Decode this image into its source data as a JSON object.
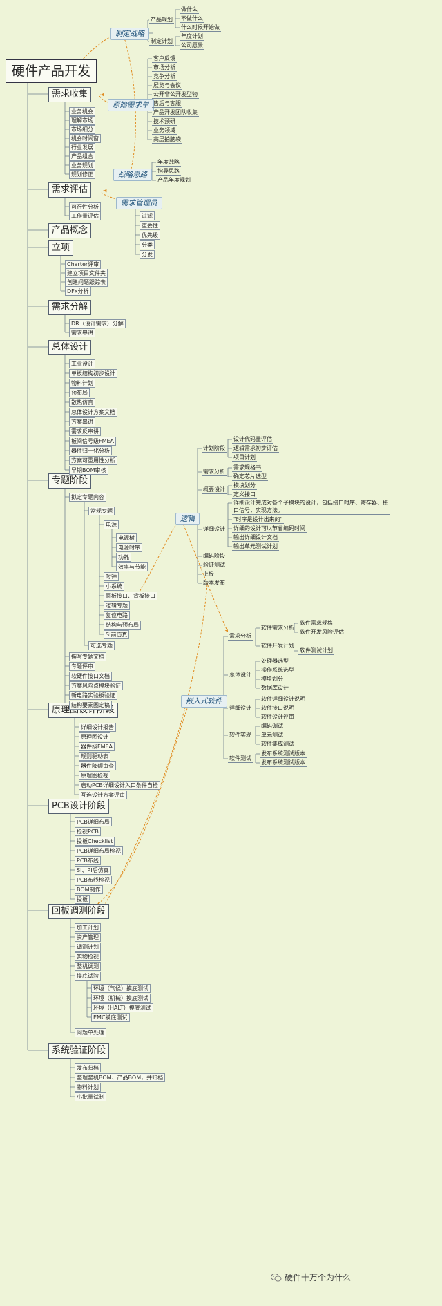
{
  "root": "硬件产品开发",
  "watermark": "硬件十万个为什么",
  "watermark_icon": "wechat-icon",
  "sections": {
    "s1": {
      "title": "需求收集",
      "items": [
        "业务机会",
        "理解市场",
        "市场细分",
        "机会时间窗",
        "行业发展",
        "产品组合",
        "业务规划",
        "规划修正"
      ]
    },
    "s2": {
      "title": "需求评估",
      "items": [
        "可行性分析",
        "工作量评估"
      ]
    },
    "s3": {
      "title": "产品概念"
    },
    "s4": {
      "title": "立项",
      "items": [
        "Charter评审",
        "建立项目文件夹",
        "创建问题跟踪表",
        "DFx分析"
      ]
    },
    "s5": {
      "title": "需求分解",
      "items": [
        "DR（设计需求）分解",
        "需求串讲"
      ]
    },
    "s6": {
      "title": "总体设计",
      "items": [
        "工业设计",
        "单板结构初步设计",
        "物料计划",
        "预布局",
        "散热仿真",
        "总体设计方案文档",
        "方案串讲",
        "需求反串讲",
        "板间信号级FMEA",
        "器件归一化分析",
        "方案可重用性分析",
        "早期BOM审核"
      ]
    },
    "s7": {
      "title": "专题阶段",
      "planned": "拟定专题内容",
      "regular": "常规专题",
      "power": "电源",
      "power_items": [
        "电源树",
        "电源时序",
        "功耗",
        "效率与节能"
      ],
      "others": [
        "时钟",
        "小系统",
        "面板接口、背板接口",
        "逻辑专题",
        "复位电路",
        "结构与预布局",
        "SI前仿真"
      ],
      "optional": "可选专题",
      "after": [
        "撰写专题文档",
        "专题评审",
        "软硬件接口文档",
        "方案风险点模块验证",
        "新电路实验板验证",
        "结构要素图定稿"
      ]
    },
    "s8": {
      "title": "原理图设计阶段",
      "items": [
        "详细设计报告",
        "原理图设计",
        "器件级FMEA",
        "规则驱动表",
        "器件降额审查",
        "原理图检视",
        "启动PCB详细设计入口条件自检",
        "互连设计方案评审"
      ]
    },
    "s9": {
      "title": "PCB设计阶段",
      "items": [
        "PCB详细布局",
        "检视PCB",
        "投板Checklist",
        "PCB详细布局检视",
        "PCB布线",
        "SI、PI后仿真",
        "PCB布线检视",
        "BOM制作",
        "投板"
      ]
    },
    "s10": {
      "title": "回板调测阶段",
      "items": [
        "加工计划",
        "资产管理",
        "调测计划",
        "实物检视",
        "整机调测",
        "摸底试验"
      ],
      "tests": [
        "环境（气候）摸底测试",
        "环境（机械）摸底测试",
        "环境（HALT）摸底测试",
        "EMC摸底测试"
      ],
      "last": "问题单处理"
    },
    "s11": {
      "title": "系统验证阶段",
      "items": [
        "发布归档",
        "整理整机BOM、产品BOM，并归档",
        "物料计划",
        "小批量试制"
      ]
    }
  },
  "floats": {
    "strategy": {
      "title": "制定战略",
      "product_plan": "产品规划",
      "pp_items": [
        "做什么",
        "不做什么",
        "什么时候开始做"
      ],
      "make_plan": "制定计划",
      "mp_items": [
        "年度计划",
        "公司愿景"
      ]
    },
    "raw_req": {
      "title": "原始需求单",
      "items": [
        "客户反馈",
        "市场分析",
        "竞争分析",
        "展览与会议",
        "公开非公开发型物",
        "售后与客服",
        "产品开发团队收集",
        "技术预研",
        "业务领域",
        "高层拍脑袋"
      ]
    },
    "strategic_thinking": {
      "title": "战略思路",
      "items": [
        "年度战略",
        "指导思路",
        "产品年度规划"
      ]
    },
    "req_manager": {
      "title": "需求管理员",
      "items": [
        "过滤",
        "重要性",
        "优先级",
        "分类",
        "分发"
      ]
    },
    "logic": {
      "title": "逻辑",
      "plan": "计划阶段",
      "plan_items": [
        "设计代码量评估",
        "逻辑需求初步评估",
        "项目计划"
      ],
      "req_analysis": "需求分析",
      "ra_items": [
        "需求规格书",
        "确定芯片选型"
      ],
      "outline": "概要设计",
      "ol_items": [
        "模块划分",
        "定义接口"
      ],
      "detail": "详细设计",
      "detail_desc": "详细设计完成对各个子模块的设计，包括接口时序、寄存器、接口信号，实现方法。",
      "dd_items": [
        "\"时序是设计出来的\"",
        "详细的设计可以节省编码时间",
        "输出详细设计文档",
        "输出单元测试计划"
      ],
      "steps": [
        "编码阶段",
        "验证测试",
        "上板",
        "版本发布"
      ]
    },
    "embedded": {
      "title": "嵌入式软件",
      "req_analysis": "需求分析",
      "sw_req": "软件需求分析",
      "sw_req_items": [
        "软件需求规格",
        "软件开发风险评估"
      ],
      "sw_plan": "软件开发计划",
      "sw_plan_items": [
        "软件测试计划"
      ],
      "overall": "总体设计",
      "ov_items": [
        "处理器选型",
        "操作系统选型",
        "模块划分",
        "数据库设计"
      ],
      "detail": "详细设计",
      "dt_items": [
        "软件详细设计说明",
        "软件接口说明",
        "软件设计评审"
      ],
      "impl": "软件实现",
      "im_items": [
        "编码调试",
        "单元测试",
        "软件集成测试"
      ],
      "test": "软件测试",
      "ts_items": [
        "发布系统测试版本",
        "发布系统测试版本"
      ]
    }
  }
}
